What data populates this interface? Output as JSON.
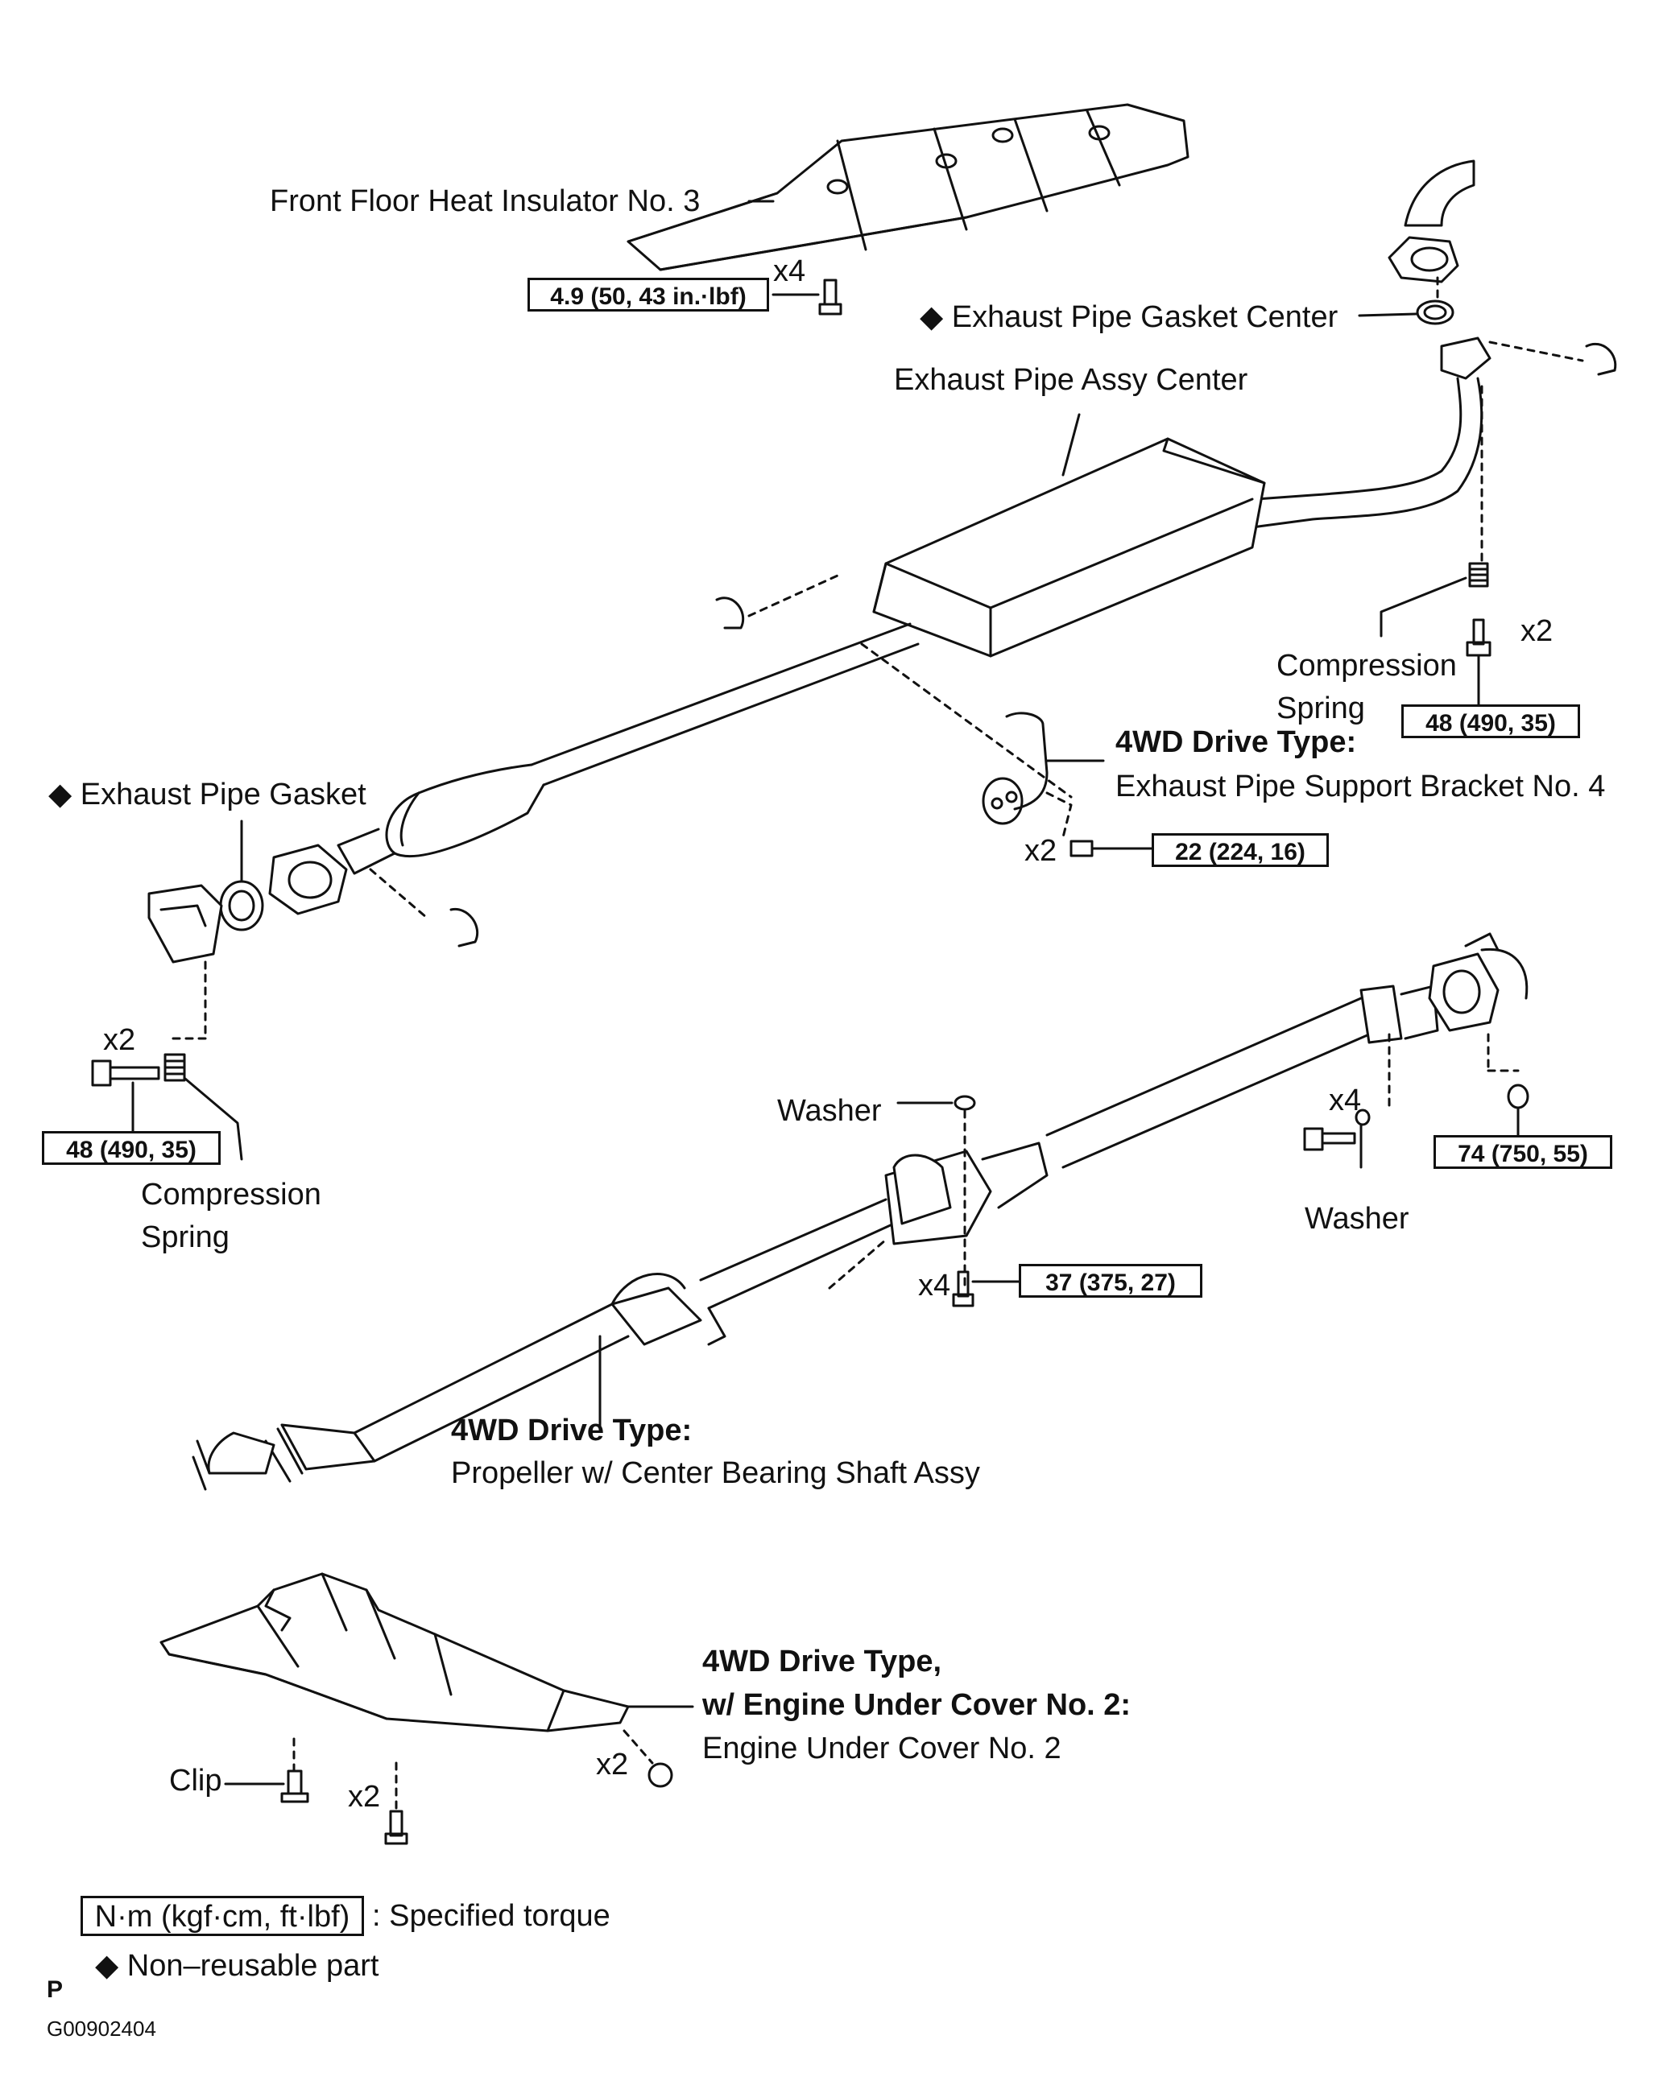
{
  "labels": {
    "heat_insulator": "Front Floor Heat Insulator No. 3",
    "gasket_center": "Exhaust Pipe Gasket Center",
    "pipe_center": "Exhaust Pipe Assy Center",
    "comp_spring_r1": "Compression",
    "comp_spring_r2": "Spring",
    "bracket_title": "4WD Drive Type:",
    "bracket_name": "Exhaust Pipe Support Bracket No. 4",
    "gasket_front": "Exhaust Pipe Gasket",
    "comp_spring_l1": "Compression",
    "comp_spring_l2": "Spring",
    "washer_upper": "Washer",
    "washer_lower": "Washer",
    "prop_title": "4WD Drive Type:",
    "prop_name": "Propeller w/ Center Bearing Shaft Assy",
    "cover_title1": "4WD Drive Type,",
    "cover_title2": "w/ Engine Under Cover No. 2:",
    "cover_name": "Engine Under Cover No. 2",
    "clip": "Clip"
  },
  "quantities": {
    "insulator_bolts": "x4",
    "rear_bolts": "x2",
    "bracket_bolts": "x2",
    "front_bolts": "x2",
    "flange_bolts": "x4",
    "bearing_bolts": "x4",
    "cover_bolts": "x2",
    "cover_bolts_2": "x2"
  },
  "torques": {
    "insulator": "4.9 (50, 43 in.·lbf)",
    "rear_flange": "48 (490, 35)",
    "bracket": "22 (224, 16)",
    "front_flange": "48 (490, 35)",
    "rear_propeller": "74 (750, 55)",
    "center_bearing": "37 (375, 27)"
  },
  "legend": {
    "unit_box": "N·m (kgf·cm, ft·lbf)",
    "unit_text": ": Specified torque",
    "nonreusable": "Non–reusable part",
    "diamond": "◆"
  },
  "footer": {
    "page_mark": "P",
    "figure_id": "G00902404"
  },
  "colors": {
    "ink": "#111111",
    "background": "#ffffff"
  }
}
